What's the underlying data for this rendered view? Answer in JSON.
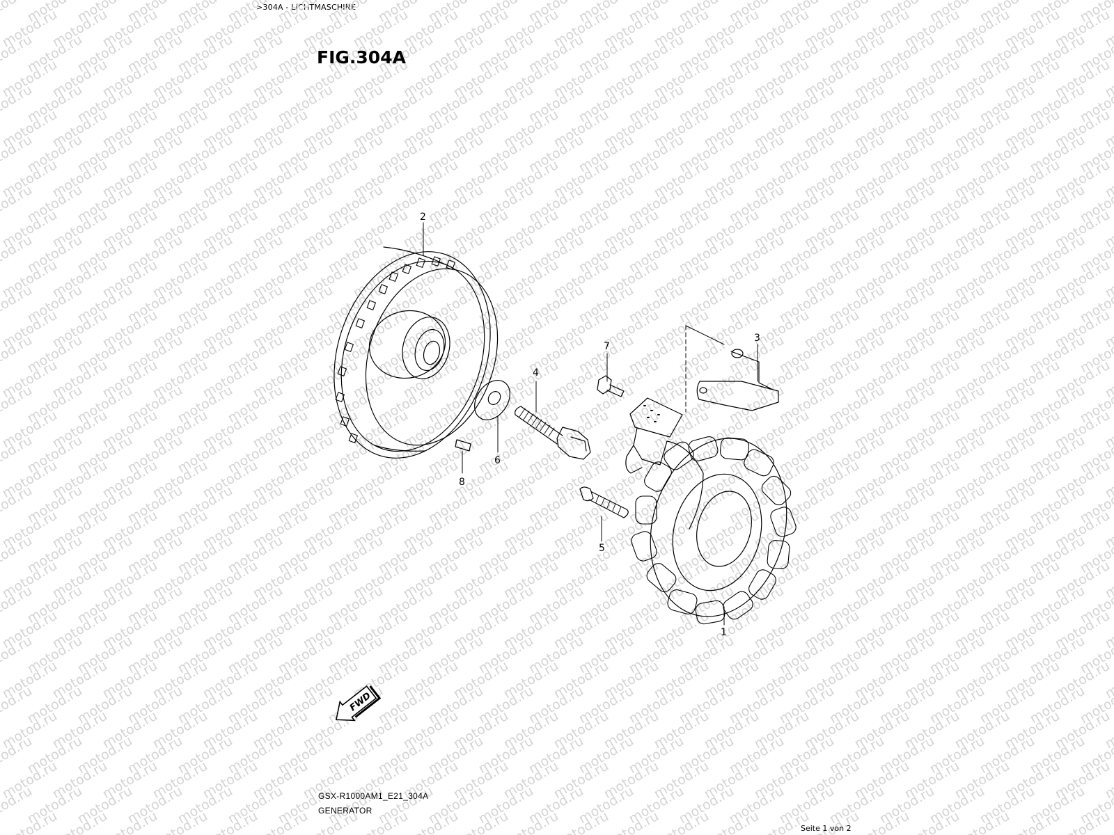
{
  "header": {
    "breadcrumb": ">304A - LICHTMASCHINE",
    "figure_title": "FIG.304A"
  },
  "watermark": {
    "text": "motod.ru",
    "color": "#d4d4d4"
  },
  "diagram": {
    "callouts": [
      {
        "number": "1",
        "part": "stator"
      },
      {
        "number": "2",
        "part": "rotor"
      },
      {
        "number": "3",
        "part": "bracket"
      },
      {
        "number": "4",
        "part": "bolt"
      },
      {
        "number": "5",
        "part": "bolt"
      },
      {
        "number": "6",
        "part": "washer"
      },
      {
        "number": "7",
        "part": "bolt"
      },
      {
        "number": "8",
        "part": "key"
      }
    ],
    "direction_arrow": {
      "label": "FWD",
      "icon": "fwd-arrow-icon"
    }
  },
  "footer": {
    "model_code": "GSX-R1000AM1_E21_304A",
    "part_name": "GENERATOR",
    "page_indicator": "Seite 1 von 2"
  }
}
